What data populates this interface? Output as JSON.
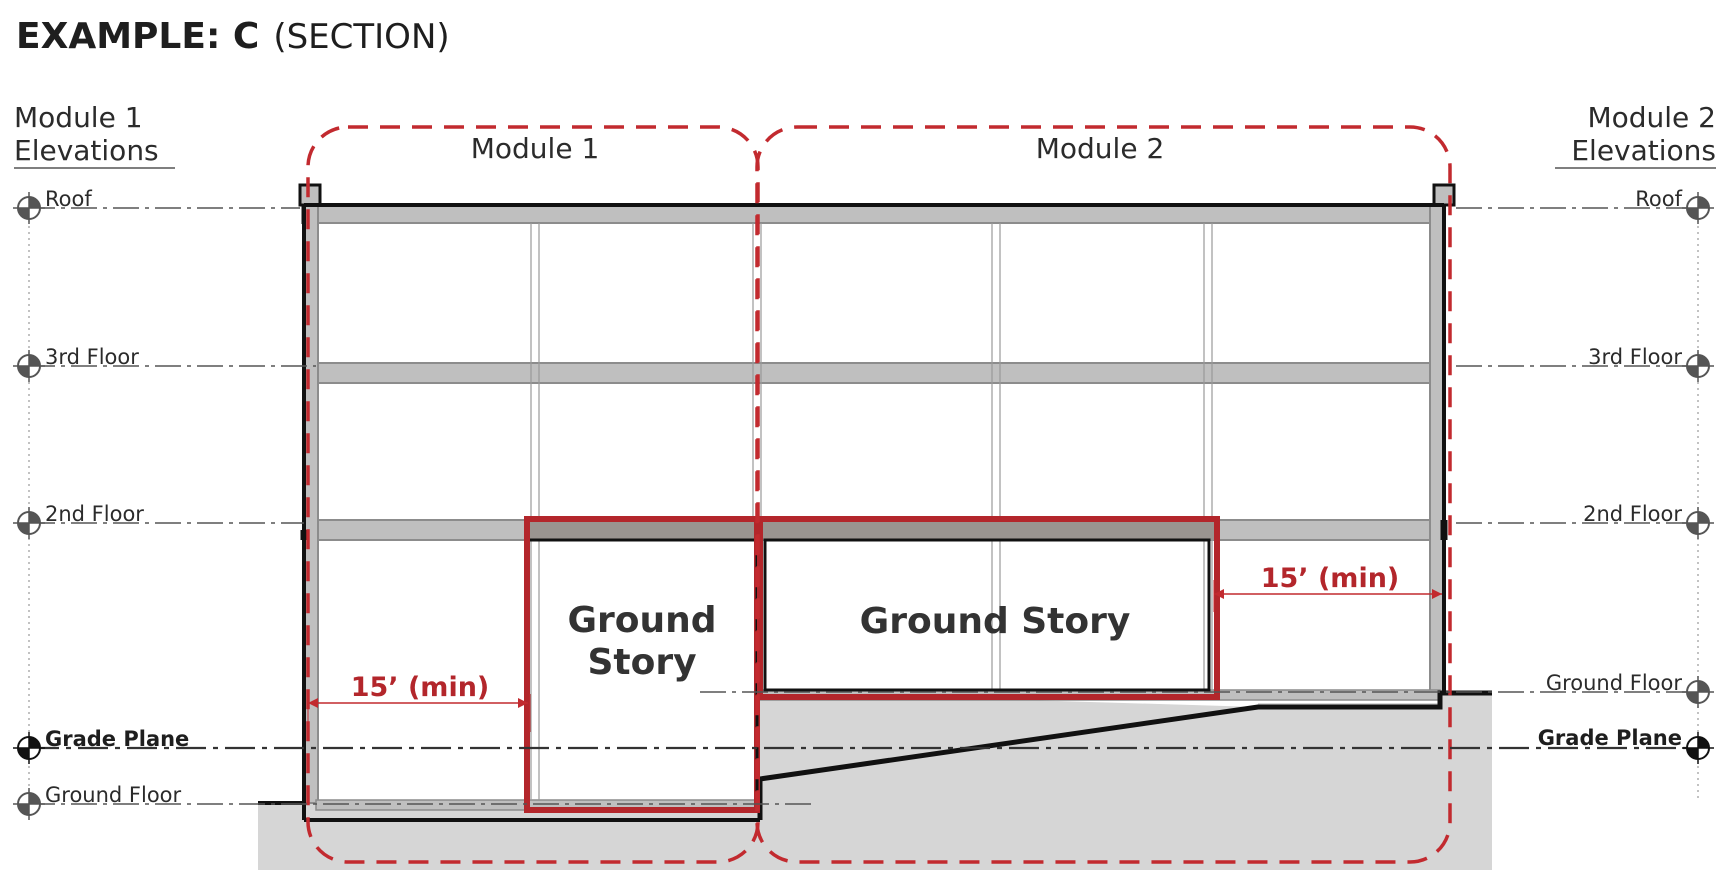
{
  "title": {
    "main": "EXAMPLE: C",
    "sub": "(SECTION)"
  },
  "modules": {
    "m1": "Module 1",
    "m2": "Module 2"
  },
  "elevations": {
    "left_title_1": "Module 1",
    "left_title_2": "Elevations",
    "right_title_1": "Module 2",
    "right_title_2": "Elevations",
    "left": {
      "roof": "Roof",
      "third": "3rd Floor",
      "second": "2nd Floor",
      "grade": "Grade Plane",
      "ground": "Ground Floor"
    },
    "right": {
      "roof": "Roof",
      "third": "3rd Floor",
      "second": "2nd Floor",
      "ground": "Ground Floor",
      "grade": "Grade Plane"
    }
  },
  "ground_story": {
    "m1_line1": "Ground",
    "m1_line2": "Story",
    "m2": "Ground Story"
  },
  "dimensions": {
    "left": "15’ (min)",
    "right": "15’ (min)"
  },
  "colors": {
    "accent_red": "#b3262b",
    "wall_gray": "#bfbfbf",
    "wall_outline": "#8c8c8c",
    "earth": "#d6d6d6",
    "slab_dark": "#9a9490",
    "ink": "#111111"
  }
}
